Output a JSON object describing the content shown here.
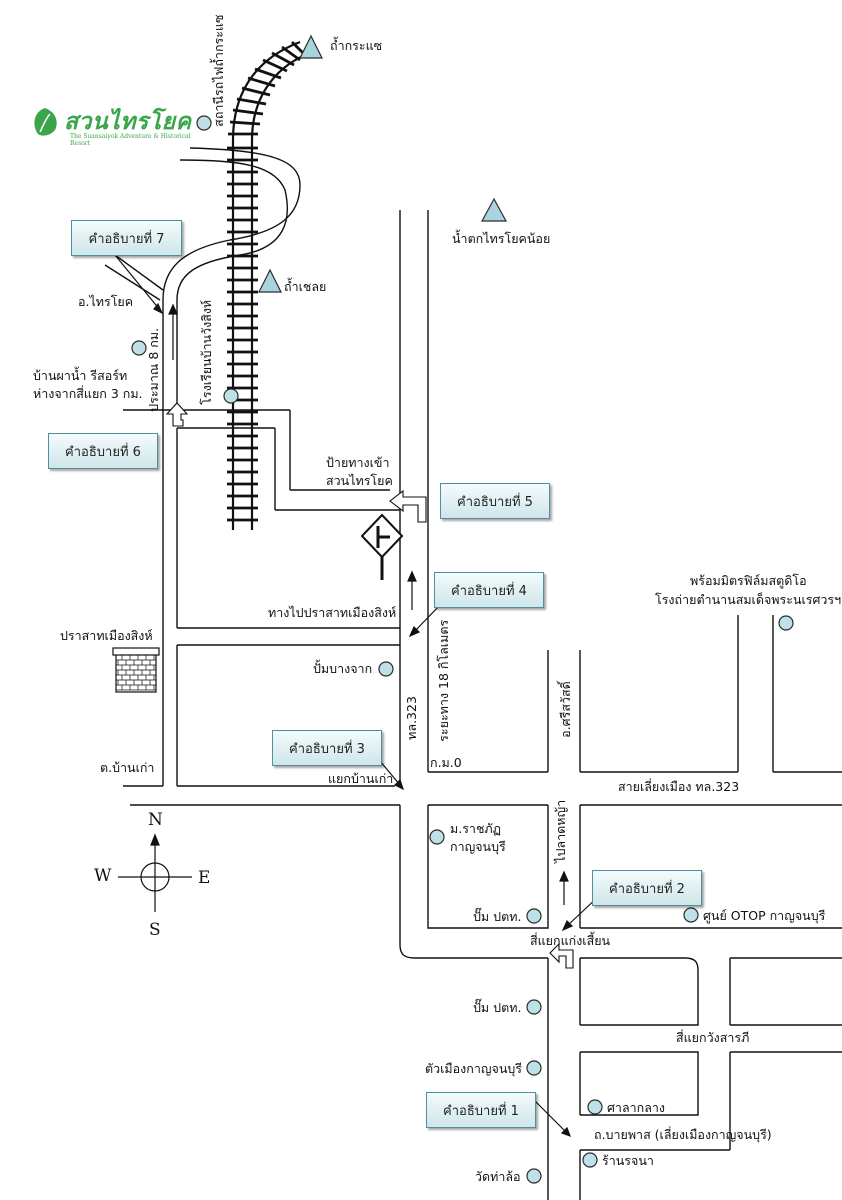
{
  "logo": {
    "text": "สวนไทรโยค",
    "subtitle": "The Suansaiyok Adventure & Historical Resort"
  },
  "places": {
    "cave_krasae": "ถ้ำกระแซ",
    "station": "สถานีรถไฟถ้ำกระแซ",
    "sai_yok_noi": "น้ำตกไทรโยคน้อย",
    "cave_chaloei": "ถ้ำเชลย",
    "sai_yok_district": "อ.ไทรโยค",
    "resort_line1": "บ้านผาน้ำ รีสอร์ท",
    "resort_line2": "ห่างจากสี่แยก 3 กม.",
    "approx_8km": "ประมาณ 8 กม.",
    "school": "โรงเรียนบ้านวังสิงห์",
    "entry_sign_line1": "ป้ายทางเข้า",
    "entry_sign_line2": "สวนไทรโยค",
    "to_prasat": "ทางไปปราสาทเมืองสิงห์",
    "prasat": "ปราสาทเมืองสิงห์",
    "pump_bangjak": "ปั้มบางจาก",
    "route_323": "ทล.323",
    "distance_18km": "ระยะทาง 18 กิโลเมตร",
    "km0": "ก.ม.0",
    "si_sawat": "อ.ศรีสวัสดิ์",
    "studio_line1": "พร้อมมิตรฟิล์มสตูดิโอ",
    "studio_line2": "โรงถ่ายตำนานสมเด็จพระนเรศวรฯ",
    "tambon_ban_kao": "ต.บ้านเก่า",
    "ban_kao_junction": "แยกบ้านเก่า",
    "bypass_323": "สายเลี่ยงเมือง ทล.323",
    "rajabhat_line1": "ม.ราชภัฏ",
    "rajabhat_line2": "กาญจนบุรี",
    "to_lat_ya": "ไปลาดหญ้า",
    "ptt_1": "ปั๊ม ปตท.",
    "otop": "ศูนย์ OTOP กาญจนบุรี",
    "kaeng_sian": "สี่แยกแก่งเสี้ยน",
    "ptt_2": "ปั๊ม ปตท.",
    "wang_sarapi": "สี่แยกวังสารภี",
    "city": "ตัวเมืองกาญจนบุรี",
    "city_hall": "ศาลากลาง",
    "bypass_road": "ถ.บายพาส (เลี่ยงเมืองกาญจนบุรี)",
    "wat_tha_lo": "วัดท่าล้อ",
    "ran_rotchana": "ร้านรจนา"
  },
  "callouts": {
    "c1": "คำอธิบายที่ 1",
    "c2": "คำอธิบายที่ 2",
    "c3": "คำอธิบายที่ 3",
    "c4": "คำอธิบายที่ 4",
    "c5": "คำอธิบายที่ 5",
    "c6": "คำอธิบายที่ 6",
    "c7": "คำอธิบายที่ 7"
  },
  "compass": {
    "n": "N",
    "s": "S",
    "w": "W",
    "e": "E"
  },
  "colors": {
    "poi_fill": "#bfe0e8",
    "callout_border": "#4f8fa0",
    "logo_green": "#3aa54a"
  }
}
